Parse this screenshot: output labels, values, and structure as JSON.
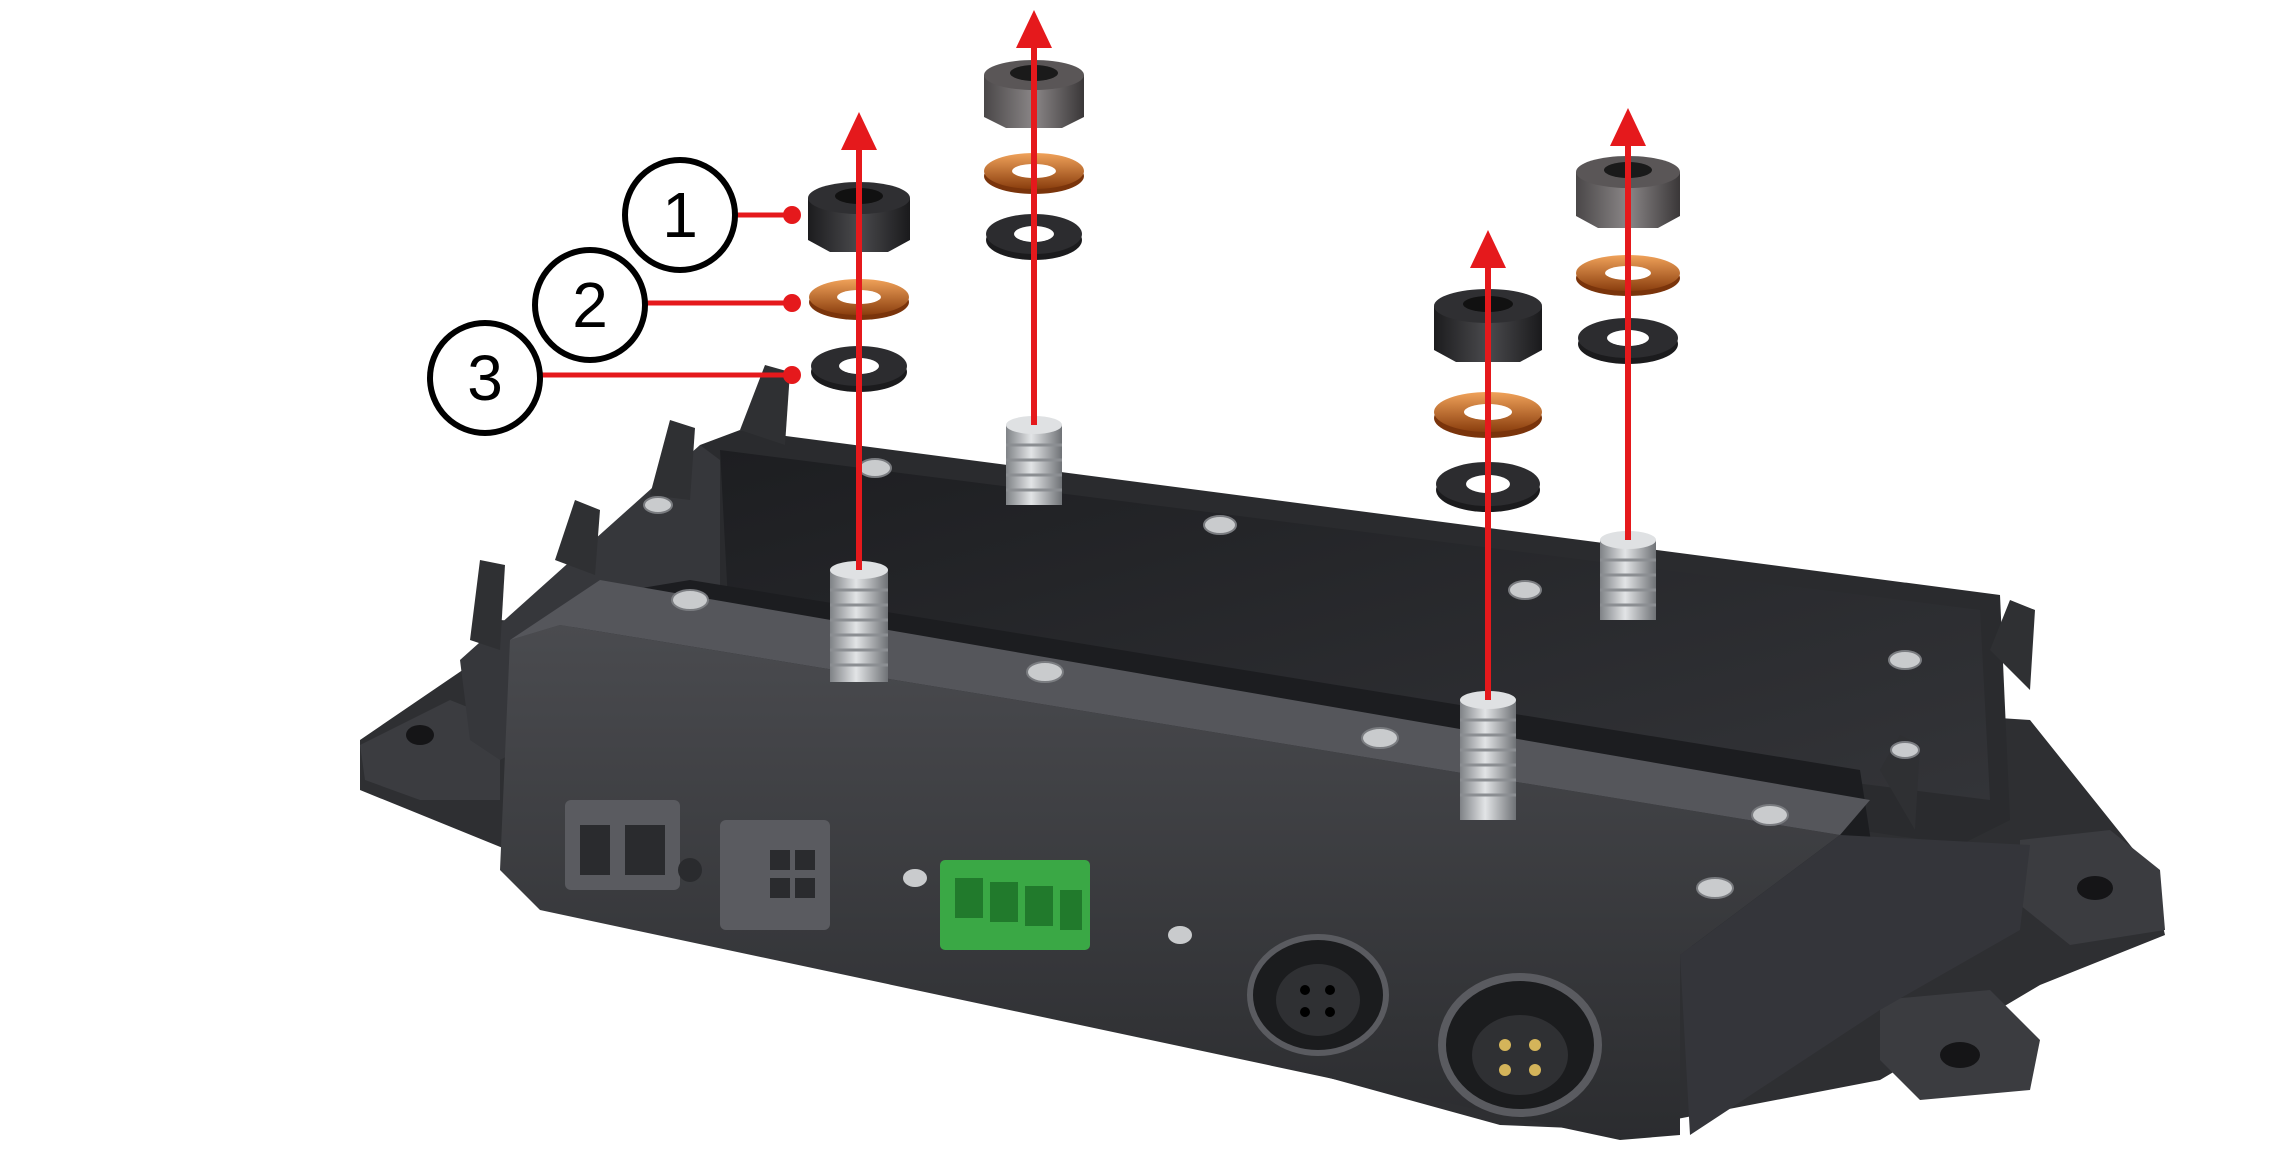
{
  "callouts": [
    {
      "number": "1",
      "part": "nut"
    },
    {
      "number": "2",
      "part": "copper-washer"
    },
    {
      "number": "3",
      "part": "black-washer"
    }
  ],
  "colors": {
    "arrow": "#e5191c",
    "housing": "#3a3b3e",
    "housing_dark": "#232427",
    "copper": "#c2651d",
    "connector_green": "#3aa845",
    "stud": "#b9bcc0"
  },
  "studs_count": 4,
  "icons": [
    "up-arrow-icon",
    "nut-icon",
    "washer-icon",
    "circular-connector-icon",
    "terminal-block-icon"
  ]
}
